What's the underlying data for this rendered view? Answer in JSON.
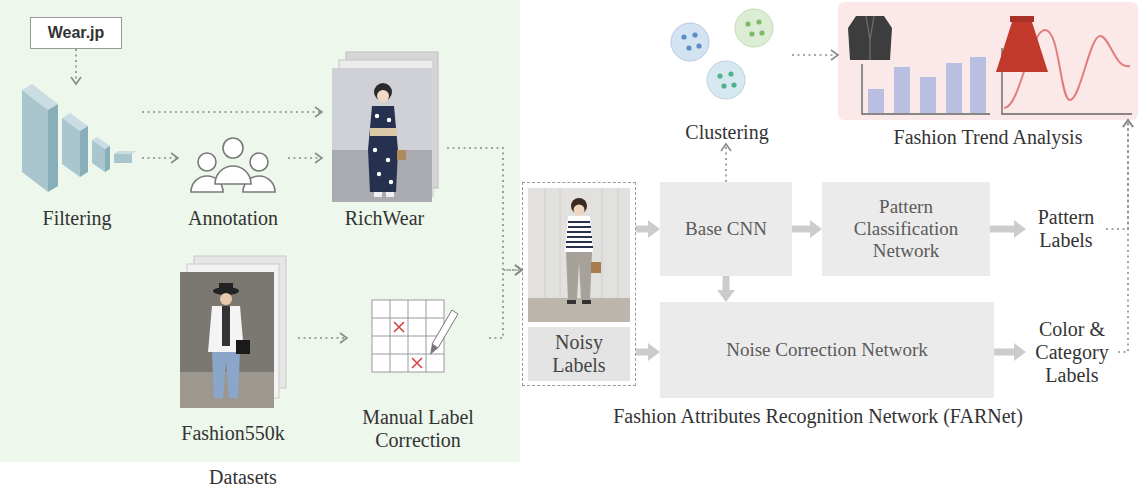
{
  "diagram": {
    "nodes": [
      {
        "text": [
          "Datasets"
        ]
      },
      {
        "text": [
          "Wear.jp"
        ],
        "in": 0
      },
      {
        "text": [
          "Filtering"
        ],
        "in": 0
      },
      {
        "text": [
          "Annotation"
        ],
        "in": 0
      },
      {
        "text": [
          "RichWear"
        ],
        "in": 0
      },
      {
        "text": [
          "Fashion550k"
        ],
        "in": 0
      },
      {
        "text": [
          "Manual Label Correction"
        ],
        "in": 0
      },
      {
        "text": [
          "Noisy Labels"
        ]
      },
      {
        "text": [
          "Base CNN"
        ]
      },
      {
        "text": [
          "Pattern Classification Network"
        ]
      },
      {
        "text": [
          "Noise Correction Network"
        ]
      },
      {
        "text": [
          "Pattern Labels"
        ]
      },
      {
        "text": [
          "Color & Category Labels"
        ]
      },
      {
        "text": [
          "Clustering"
        ]
      },
      {
        "text": [
          "Fashion Trend Analysis"
        ]
      }
    ],
    "edges": [
      {
        "from": 1,
        "to": 2,
        "arrow": "to"
      },
      {
        "from": 2,
        "to": 3,
        "arrow": "to"
      },
      {
        "from": 3,
        "to": 4,
        "arrow": "to"
      },
      {
        "from": 2,
        "to": 4,
        "arrow": "to"
      },
      {
        "from": 5,
        "to": 6,
        "arrow": "to"
      },
      {
        "from": 4,
        "to": 7,
        "arrow": "to"
      },
      {
        "from": 6,
        "to": 7,
        "arrow": "to"
      },
      {
        "from": 7,
        "to": 8,
        "arrow": "to"
      },
      {
        "from": 8,
        "to": 9,
        "arrow": "to"
      },
      {
        "from": 9,
        "to": 11,
        "arrow": "to"
      },
      {
        "from": 8,
        "to": 10,
        "arrow": "to"
      },
      {
        "from": 7,
        "to": 10,
        "arrow": "to"
      },
      {
        "from": 10,
        "to": 12,
        "arrow": "to"
      },
      {
        "from": 8,
        "to": 13,
        "arrow": "to"
      },
      {
        "from": 13,
        "to": 14,
        "arrow": "to"
      },
      {
        "from": 11,
        "to": 14,
        "arrow": "to"
      },
      {
        "from": 12,
        "to": 14,
        "arrow": "to"
      }
    ],
    "labels": [
      "Fashion Attributes Recognition Network (FARNet)"
    ]
  }
}
